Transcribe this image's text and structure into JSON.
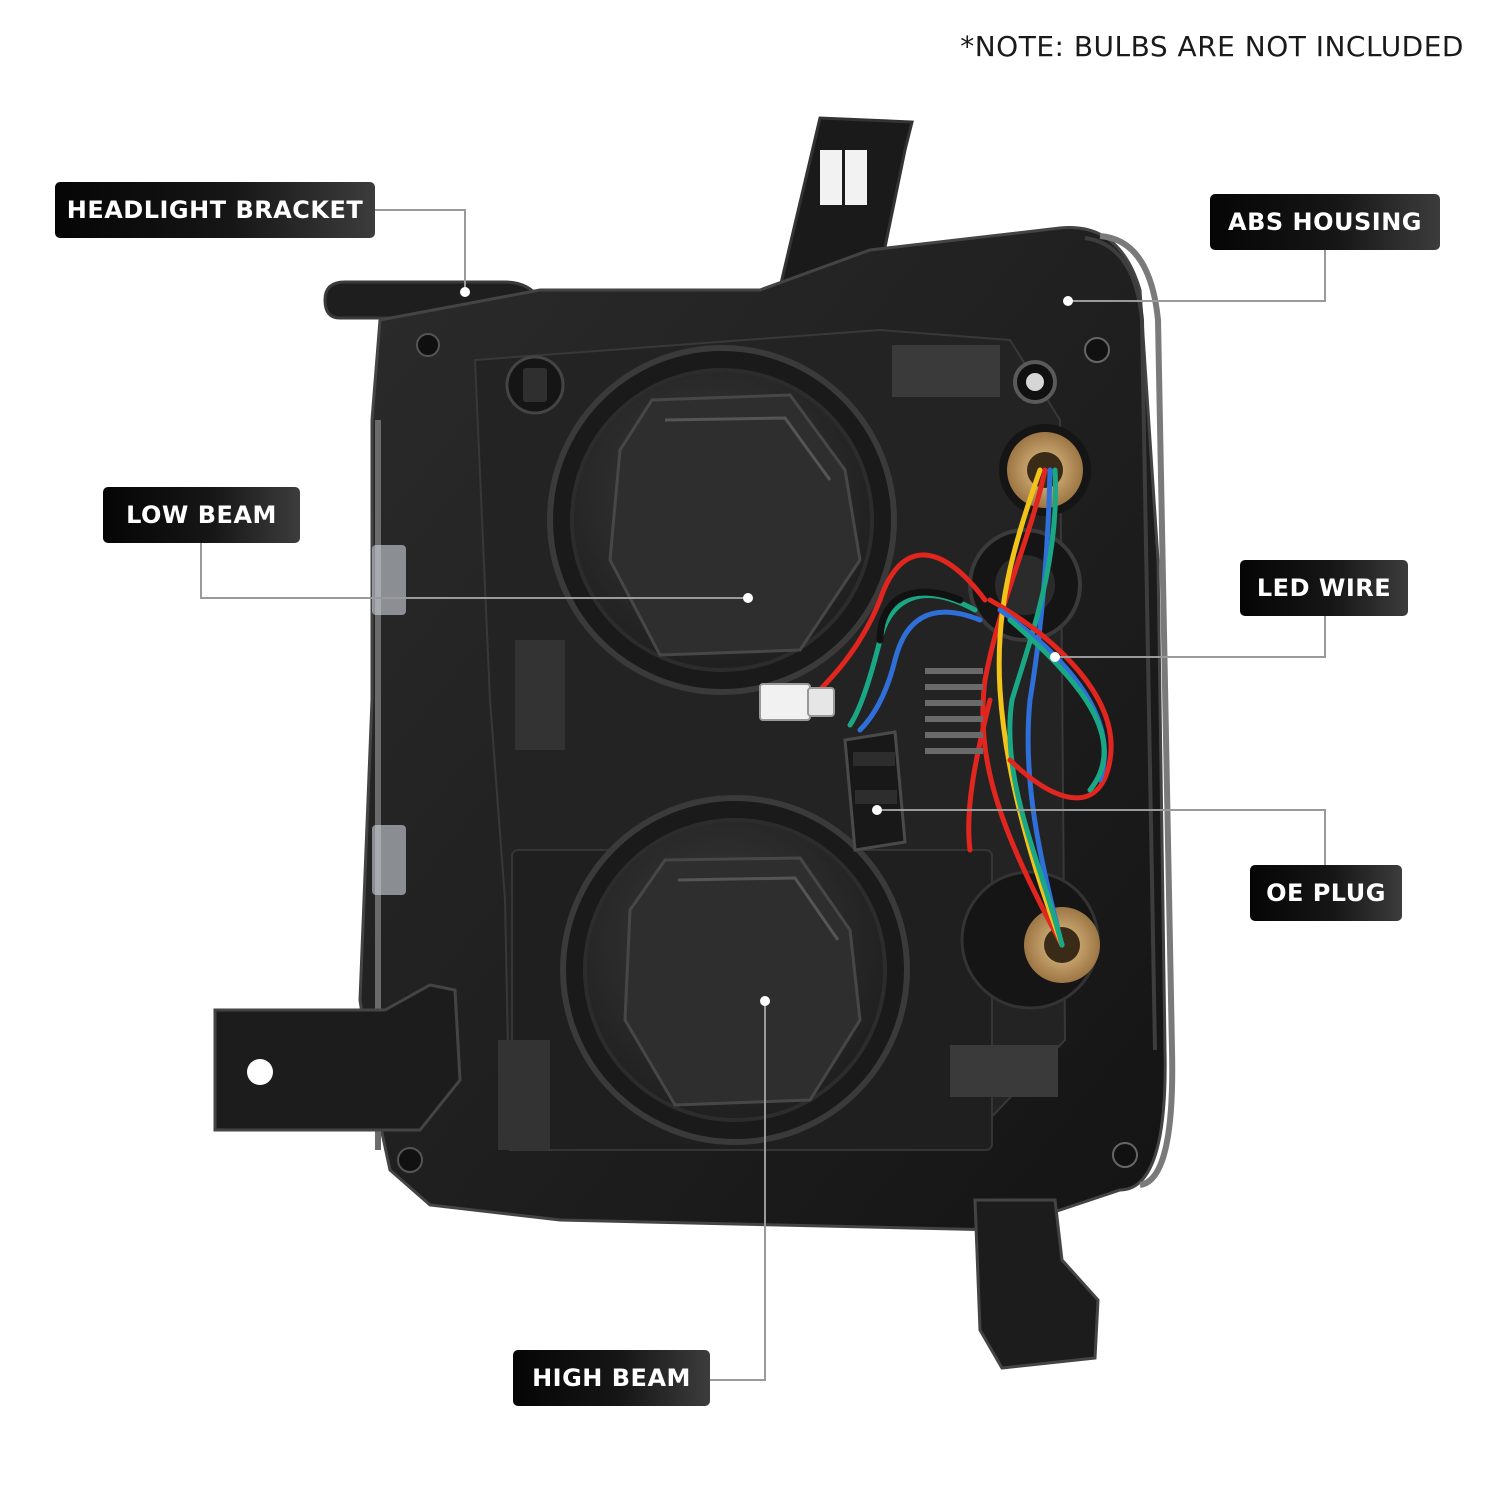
{
  "note": "*NOTE: BULBS ARE NOT INCLUDED",
  "callouts": {
    "headlight_bracket": "HEADLIGHT BRACKET",
    "abs_housing": "ABS HOUSING",
    "low_beam": "LOW BEAM",
    "led_wire": "LED WIRE",
    "oe_plug": "OE PLUG",
    "high_beam": "HIGH BEAM"
  },
  "colors": {
    "housing": "#1f1f1f",
    "label_bg": "#111111",
    "leader_line": "#9a9a9a",
    "wire_red": "#e0261f",
    "wire_blue": "#2f6fd8",
    "wire_yellow": "#f2c419",
    "wire_green": "#1aa884",
    "bulb_socket": "#c9a26a"
  }
}
